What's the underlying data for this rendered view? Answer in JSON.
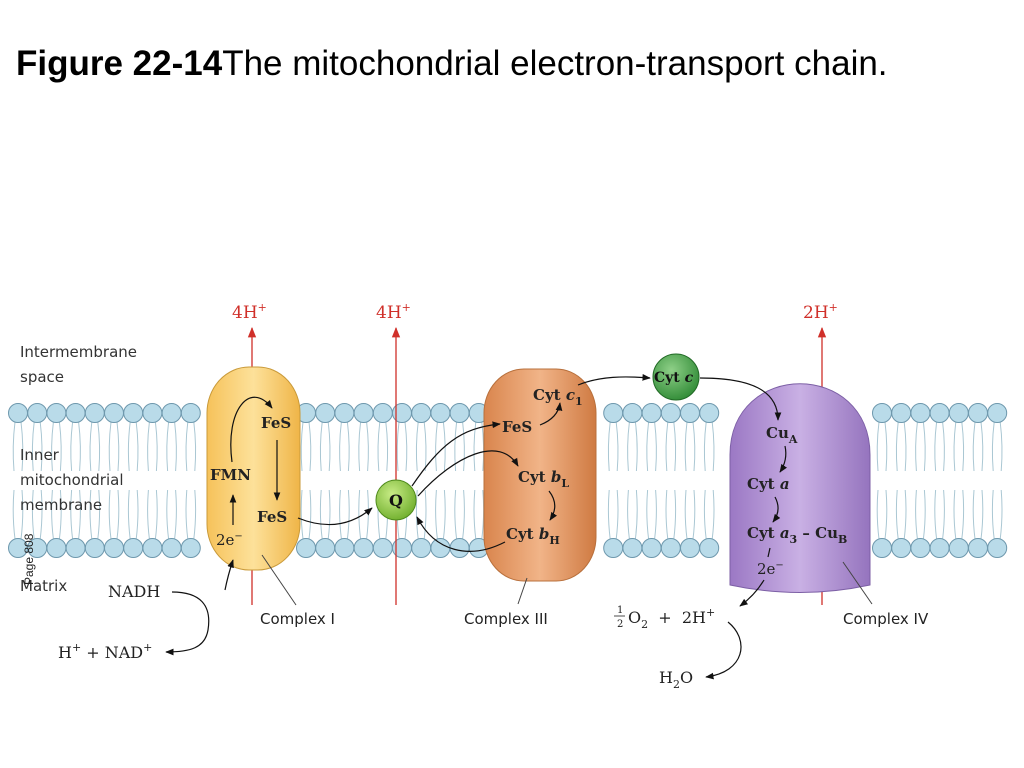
{
  "title": {
    "figure_number": "Figure 22-14",
    "caption": "The mitochondrial electron-transport chain."
  },
  "regions": {
    "intermembrane": [
      "Intermembrane",
      "space"
    ],
    "inner_membrane": [
      "Inner",
      "mitochondrial",
      "membrane"
    ],
    "matrix": "Matrix"
  },
  "page_note": "Page 808",
  "protons": {
    "complex_i": {
      "count": "4H",
      "sup": "+"
    },
    "q_cycle": {
      "count": "4H",
      "sup": "+"
    },
    "complex_iv": {
      "count": "2H",
      "sup": "+"
    }
  },
  "complexes": {
    "complex_i": {
      "label": "Complex I",
      "fes_top": "FeS",
      "fmn": "FMN",
      "fes_bottom": "FeS",
      "electrons": {
        "base": "2e",
        "sup": "−"
      }
    },
    "q": {
      "label": "Q"
    },
    "complex_iii": {
      "label": "Complex III",
      "cyt_c1": {
        "prefix": "Cyt ",
        "italic": "c",
        "sub": "1"
      },
      "fes": "FeS",
      "cyt_bl": {
        "prefix": "Cyt ",
        "italic": "b",
        "sub": "L"
      },
      "cyt_bh": {
        "prefix": "Cyt ",
        "italic": "b",
        "sub": "H"
      }
    },
    "cyt_c": {
      "prefix": "Cyt ",
      "italic": "c"
    },
    "complex_iv": {
      "label": "Complex IV",
      "cua": {
        "base": "Cu",
        "sub": "A"
      },
      "cyt_a": {
        "prefix": "Cyt ",
        "italic": "a"
      },
      "cyt_a3": {
        "prefix": "Cyt ",
        "italic": "a",
        "sub": "3",
        "dash": " – ",
        "cu": "Cu",
        "cu_sub": "B"
      },
      "electrons": {
        "base": "2e",
        "sup": "−"
      }
    }
  },
  "reactions": {
    "nadh": "NADH",
    "nad_products": {
      "h": "H",
      "h_sup": "+",
      "plus": " + NAD",
      "nad_sup": "+"
    },
    "oxygen": {
      "num": "1",
      "den": "2",
      "o": "O",
      "o_sub": "2",
      "plus": "  +  2H",
      "h_sup": "+"
    },
    "water": {
      "h": "H",
      "h_sub": "2",
      "o": "O"
    }
  },
  "colors": {
    "proton_red": "#d0302a",
    "lipid_head": "#b9dbe9",
    "lipid_edge": "#6e98ad",
    "tail": "#aac7d3",
    "complex_i": "#fbd77c",
    "complex_iii": "#e49a64",
    "complex_iv": "#b08fd2",
    "q_green": "#8cc63f",
    "cyt_c_green": "#4ea24a"
  }
}
